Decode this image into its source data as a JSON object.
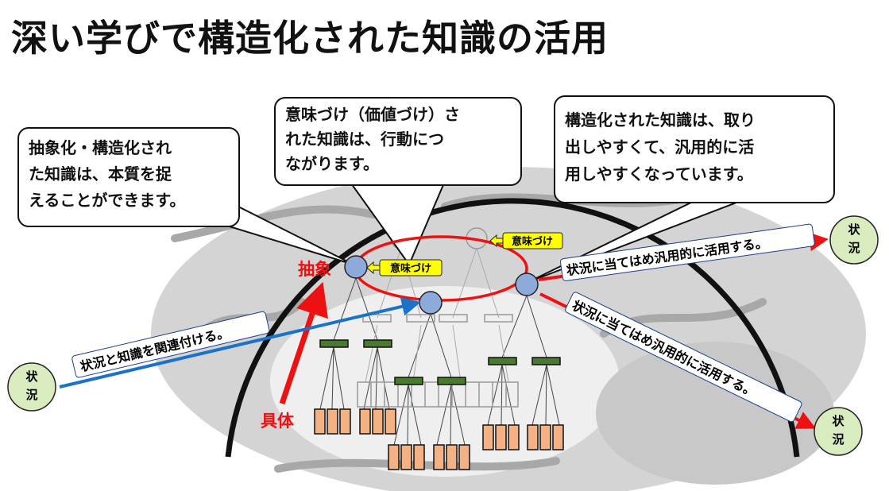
{
  "title": "深い学びで構造化された知識の活用",
  "callouts": [
    {
      "lines": [
        "抽象化・構造化され",
        "た知識は、本質を捉",
        "えることができます。"
      ]
    },
    {
      "lines": [
        "意味づけ（価値づけ）さ",
        "れた知識は、行動につ",
        "ながります。"
      ]
    },
    {
      "lines": [
        "構造化された知識は、取り",
        "出しやすくて、汎用的に活",
        "用しやすくなっています。"
      ]
    }
  ],
  "diagram": {
    "abstract_label": "抽象",
    "concrete_label": "具体",
    "meaning_tag_1": "意味づけ",
    "meaning_tag_2": "意味づけ",
    "link_label": "状況と知識を関連付ける。",
    "apply_label_1": "状況に当てはめ汎用的に活用する。",
    "apply_label_2": "状況に当てはめ汎用的に活用する。",
    "situation_left": [
      "状",
      "況"
    ],
    "situation_right_top": [
      "状",
      "況"
    ],
    "situation_right_bottom": [
      "状",
      "況"
    ]
  },
  "colors": {
    "red": "#ee1111",
    "blue": "#1a73c8",
    "node": "#8eaadb",
    "green_bar": "#4a7a2e",
    "orange": "#f4b183",
    "yellow": "#ffff00",
    "situation": "#d8ecc0"
  }
}
